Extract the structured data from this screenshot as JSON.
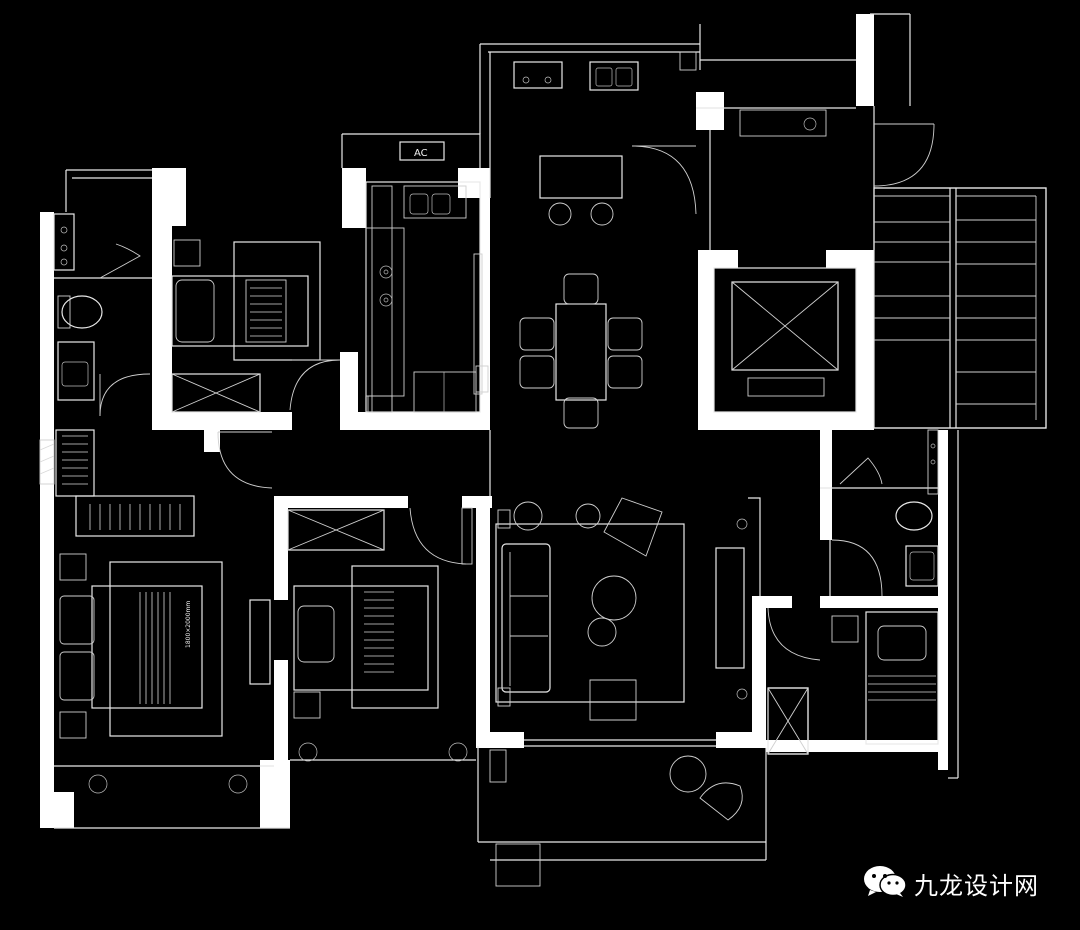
{
  "plan": {
    "ac_label": "AC",
    "bed_dimension_label": "1800×2000mm",
    "line_color": "#ffffff",
    "background_color": "#000000"
  },
  "watermark": {
    "text": "九龙设计网",
    "logo_icon": "wechat-icon"
  }
}
